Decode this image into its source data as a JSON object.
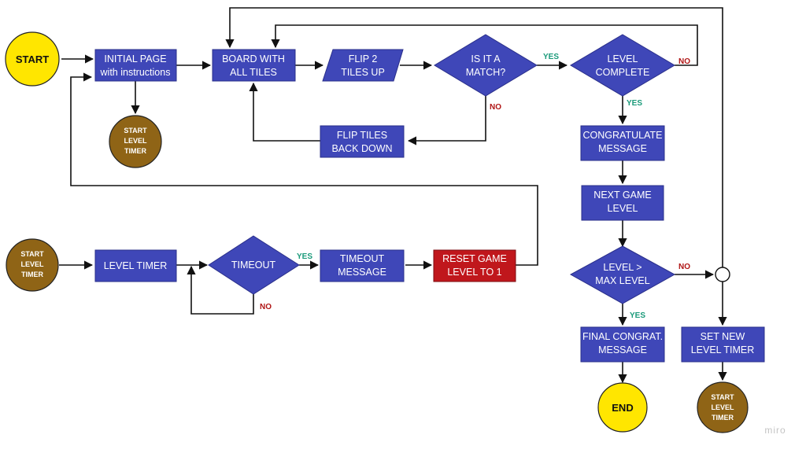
{
  "colors": {
    "process": "#3f47b8",
    "process_border": "#2a2f8a",
    "start_end": "#ffe600",
    "timer": "#8f6416",
    "reset": "#c0171c",
    "yes": "#1a9a7a",
    "no": "#b01414"
  },
  "nodes": {
    "start": "START",
    "initial_page": [
      "INITIAL PAGE",
      "with instructions"
    ],
    "start_timer_top": [
      "START",
      "LEVEL",
      "TIMER"
    ],
    "board": [
      "BOARD WITH",
      "ALL TILES"
    ],
    "flip2": [
      "FLIP 2",
      "TILES UP"
    ],
    "is_match": [
      "IS IT A",
      "MATCH?"
    ],
    "flip_back": [
      "FLIP TILES",
      "BACK DOWN"
    ],
    "level_complete": [
      "LEVEL",
      "COMPLETE"
    ],
    "congratulate": [
      "CONGRATULATE",
      "MESSAGE"
    ],
    "next_level": [
      "NEXT GAME",
      "LEVEL"
    ],
    "level_gt_max": [
      "LEVEL >",
      "MAX LEVEL"
    ],
    "final_congrat": [
      "FINAL CONGRAT.",
      "MESSAGE"
    ],
    "end": "END",
    "set_new_timer": [
      "SET NEW",
      "LEVEL TIMER"
    ],
    "start_timer_bottom_right": [
      "START",
      "LEVEL",
      "TIMER"
    ],
    "start_timer_left": [
      "START",
      "LEVEL",
      "TIMER"
    ],
    "level_timer": "LEVEL TIMER",
    "timeout": "TIMEOUT",
    "timeout_message": [
      "TIMEOUT",
      "MESSAGE"
    ],
    "reset_game": [
      "RESET GAME",
      "LEVEL TO 1"
    ]
  },
  "edge_labels": {
    "match_yes": "YES",
    "match_no": "NO",
    "complete_yes": "YES",
    "complete_no": "NO",
    "max_yes": "YES",
    "max_no": "NO",
    "timeout_yes": "YES",
    "timeout_no": "NO"
  },
  "brand": "miro"
}
